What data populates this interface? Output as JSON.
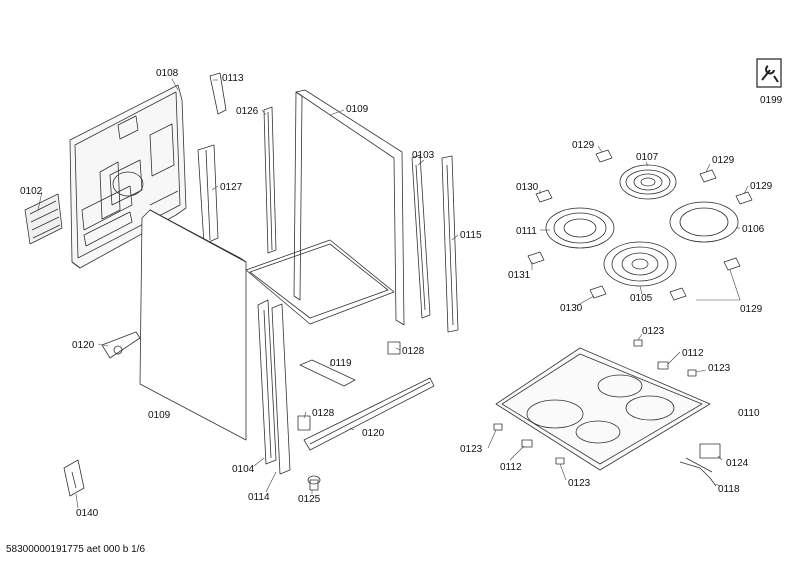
{
  "document_id": "58300000191775 aet 000 b 1/6",
  "parts": [
    {
      "id": "p0108",
      "label": "0108"
    },
    {
      "id": "p0113",
      "label": "0113"
    },
    {
      "id": "p0126",
      "label": "0126"
    },
    {
      "id": "p0109a",
      "label": "0109"
    },
    {
      "id": "p0102",
      "label": "0102"
    },
    {
      "id": "p0127",
      "label": "0127"
    },
    {
      "id": "p0103",
      "label": "0103"
    },
    {
      "id": "p0115",
      "label": "0115"
    },
    {
      "id": "p0120a",
      "label": "0120"
    },
    {
      "id": "p0119",
      "label": "0119"
    },
    {
      "id": "p0128a",
      "label": "0128"
    },
    {
      "id": "p0109b",
      "label": "0109"
    },
    {
      "id": "p0128b",
      "label": "0128"
    },
    {
      "id": "p0120b",
      "label": "0120"
    },
    {
      "id": "p0104",
      "label": "0104"
    },
    {
      "id": "p0114",
      "label": "0114"
    },
    {
      "id": "p0125",
      "label": "0125"
    },
    {
      "id": "p0140",
      "label": "0140"
    },
    {
      "id": "p0129a",
      "label": "0129"
    },
    {
      "id": "p0107",
      "label": "0107"
    },
    {
      "id": "p0129b",
      "label": "0129"
    },
    {
      "id": "p0130a",
      "label": "0130"
    },
    {
      "id": "p0129c",
      "label": "0129"
    },
    {
      "id": "p0111",
      "label": "0111"
    },
    {
      "id": "p0106",
      "label": "0106"
    },
    {
      "id": "p0131",
      "label": "0131"
    },
    {
      "id": "p0130b",
      "label": "0130"
    },
    {
      "id": "p0105",
      "label": "0105"
    },
    {
      "id": "p0129d",
      "label": "0129"
    },
    {
      "id": "p0123a",
      "label": "0123"
    },
    {
      "id": "p0112a",
      "label": "0112"
    },
    {
      "id": "p0123b",
      "label": "0123"
    },
    {
      "id": "p0110",
      "label": "0110"
    },
    {
      "id": "p0123c",
      "label": "0123"
    },
    {
      "id": "p0112b",
      "label": "0112"
    },
    {
      "id": "p0124",
      "label": "0124"
    },
    {
      "id": "p0123d",
      "label": "0123"
    },
    {
      "id": "p0118",
      "label": "0118"
    },
    {
      "id": "p0199",
      "label": "0199"
    }
  ]
}
